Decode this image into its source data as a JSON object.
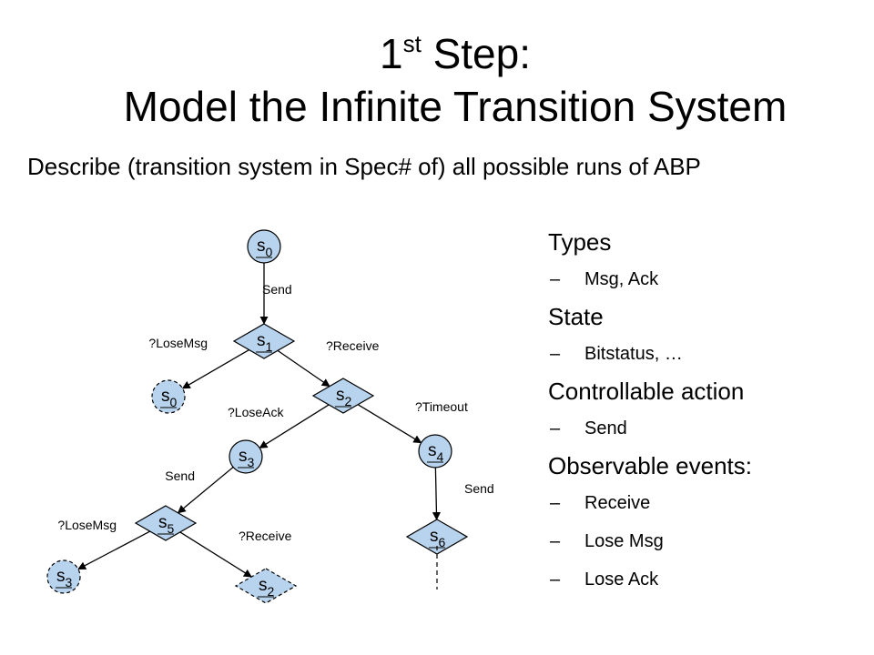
{
  "title": {
    "line1_main": "1",
    "line1_sup": "st",
    "line1_rest": " Step:",
    "line2": "Model the Infinite Transition System"
  },
  "subtitle": "Describe (transition system in Spec# of) all possible runs of ABP",
  "diagram": {
    "colors": {
      "fill": "#b8d3ed",
      "stroke": "#000000"
    },
    "nodes": [
      {
        "id": "n0",
        "label": "s",
        "sub": "0",
        "shape": "circle",
        "style": "solid"
      },
      {
        "id": "n1",
        "label": "s",
        "sub": "1",
        "shape": "diamond",
        "style": "solid"
      },
      {
        "id": "n2",
        "label": "s",
        "sub": "0",
        "shape": "circle",
        "style": "dashed"
      },
      {
        "id": "n3",
        "label": "s",
        "sub": "2",
        "shape": "diamond",
        "style": "solid"
      },
      {
        "id": "n4",
        "label": "s",
        "sub": "3",
        "shape": "circle",
        "style": "solid"
      },
      {
        "id": "n5",
        "label": "s",
        "sub": "4",
        "shape": "circle",
        "style": "solid"
      },
      {
        "id": "n6",
        "label": "s",
        "sub": "5",
        "shape": "diamond",
        "style": "solid"
      },
      {
        "id": "n7",
        "label": "s",
        "sub": "6",
        "shape": "diamond",
        "style": "solid"
      },
      {
        "id": "n8",
        "label": "s",
        "sub": "3",
        "shape": "circle",
        "style": "dashed"
      },
      {
        "id": "n9",
        "label": "s",
        "sub": "2",
        "shape": "diamond",
        "style": "dashed"
      }
    ],
    "edges": [
      {
        "from": "n0",
        "to": "n1",
        "label": "Send"
      },
      {
        "from": "n1",
        "to": "n2",
        "label": "?LoseMsg"
      },
      {
        "from": "n1",
        "to": "n3",
        "label": "?Receive"
      },
      {
        "from": "n3",
        "to": "n4",
        "label": "?LoseAck"
      },
      {
        "from": "n3",
        "to": "n5",
        "label": "?Timeout"
      },
      {
        "from": "n4",
        "to": "n6",
        "label": "Send"
      },
      {
        "from": "n5",
        "to": "n7",
        "label": "Send"
      },
      {
        "from": "n6",
        "to": "n8",
        "label": "?LoseMsg"
      },
      {
        "from": "n6",
        "to": "n9",
        "label": "?Receive"
      }
    ]
  },
  "bullets": [
    {
      "heading": "Types",
      "items": [
        "Msg, Ack"
      ]
    },
    {
      "heading": "State",
      "items": [
        "Bitstatus, …"
      ]
    },
    {
      "heading": "Controllable action",
      "items": [
        "Send"
      ]
    },
    {
      "heading": "Observable events:",
      "items": [
        "Receive",
        "Lose Msg",
        "Lose Ack"
      ]
    }
  ],
  "dash": "–"
}
